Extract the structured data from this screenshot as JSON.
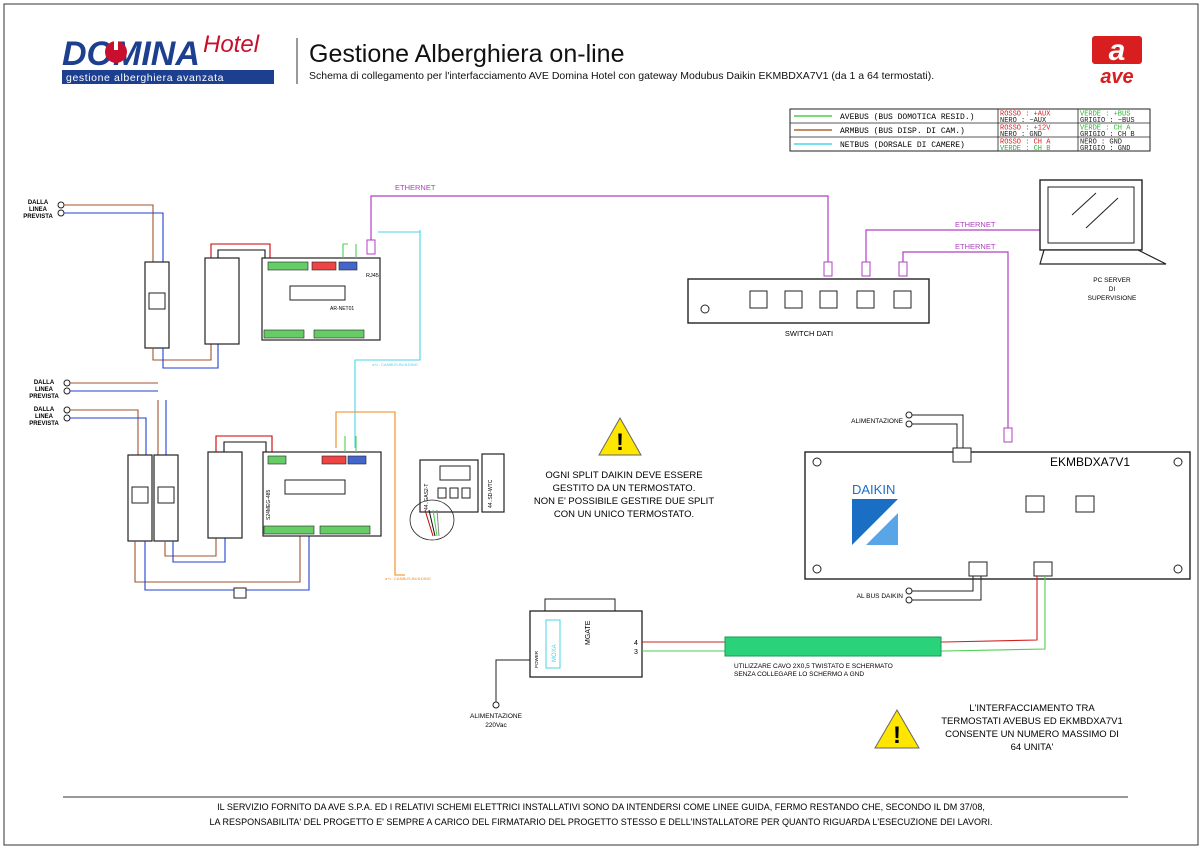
{
  "header": {
    "logo_main": "DOMINA",
    "logo_script": "Hotel",
    "logo_tagline": "gestione alberghiera avanzata",
    "title": "Gestione Alberghiera on-line",
    "subtitle": "Schema di collegamento per l'interfacciamento AVE Domina Hotel con gateway Modubus Daikin EKMBDXA7V1 (da 1 a 64 termostati).",
    "ave_logo_a": "a",
    "ave_logo_text": "ave"
  },
  "legend": {
    "rows": [
      {
        "name": "AVEBUS (BUS DOMOTICA RESID.)",
        "color": "#4ccf4c",
        "c1a": "ROSSO  :  +AUX",
        "c1b": "NERO   :  −AUX",
        "c2a": "VERDE  :  +BUS",
        "c2b": "GRIGIO :  −BUS"
      },
      {
        "name": "ARMBUS (BUS DISP. DI CAM.)",
        "color": "#a86a2c",
        "c1a": "ROSSO  :  +12V",
        "c1b": "NERO   :  GND",
        "c2a": "VERDE  :  CH A",
        "c2b": "GRIGIO :  CH B"
      },
      {
        "name": "NETBUS (DORSALE DI CAMERE)",
        "color": "#49d6e6",
        "c1a": "ROSSO  :  CH A",
        "c1b": "VERDE  :  CH B",
        "c2a": "NERO   :  GND",
        "c2b": "GRIGIO :  GND"
      }
    ]
  },
  "labels": {
    "dalla_1": [
      "DALLA",
      "LINEA",
      "PREVISTA"
    ],
    "dalla_2": [
      "DALLA",
      "LINEA",
      "PREVISTA"
    ],
    "dalla_3": [
      "DALLA",
      "LINEA",
      "PREVISTA"
    ],
    "ethernet_1": "ETHERNET",
    "ethernet_2": "ETHERNET",
    "ethernet_3": "ETHERNET",
    "pc_server": [
      "PC SERVER",
      "DI",
      "SUPERVISIONE"
    ],
    "switch": "SWITCH DATI",
    "rj45": "RJ45",
    "ar_net01": "AR-NET01",
    "netbus_cable": "a+L. CANBUS-BUILDING",
    "armbus_cable": "a+L. CANBUS-BUILDING",
    "s24meg": "S24MEG-485",
    "tstat_a": "44..GAS2-T",
    "tstat_b": "44..SD-WTC",
    "alimentazione_1": "ALIMENTAZIONE",
    "al_bus_daikin": "AL BUS DAIKIN",
    "ekmbdxa": "EKMBDXA7V1",
    "daikin": "DAIKIN",
    "mgate": "MGATE",
    "moxa": "MOXA",
    "power": "POWER",
    "pin4": "4",
    "pin3": "3",
    "alimentazione_2": [
      "ALIMENTAZIONE",
      "220Vac"
    ],
    "cable_note": [
      "UTILIZZARE CAVO 2X0,5 TWISTATO E SCHERMATO",
      "SENZA COLLEGARE LO SCHERMO A GND"
    ],
    "warning_1": [
      "OGNI SPLIT DAIKIN DEVE ESSERE",
      "GESTITO DA UN TERMOSTATO.",
      "NON E' POSSIBILE GESTIRE DUE SPLIT",
      "CON UN UNICO TERMOSTATO."
    ],
    "warning_2": [
      "L'INTERFACCIAMENTO TRA",
      "TERMOSTATI AVEBUS ED EKMBDXA7V1",
      "CONSENTE UN NUMERO MASSIMO DI",
      "64 UNITA'"
    ],
    "warning_glyph": "!"
  },
  "footer": {
    "line1": "IL SERVIZIO FORNITO DA AVE S.P.A. ED I RELATIVI SCHEMI ELETTRICI INSTALLATIVI SONO DA INTENDERSI COME LINEE GUIDA, FERMO RESTANDO CHE, SECONDO IL DM 37/08,",
    "line2": "LA RESPONSABILITA' DEL PROGETTO E' SEMPRE A CARICO DEL FIRMATARIO DEL PROGETTO STESSO E DELL'INSTALLATORE PER QUANTO RIGUARDA L'ESECUZIONE DEI LAVORI."
  },
  "colors": {
    "domina_blue": "#1d3f8f",
    "domina_red": "#c8102e",
    "ethernet": "#b040c0",
    "avebus": "#4ccf4c",
    "armbus": "#a86a2c",
    "netbus": "#49d6e6",
    "orange": "#f08a1c",
    "phase": "#a0522d",
    "neutral": "#2040d0",
    "warning": "#ffe600",
    "daikin_blue": "#1a6fc4"
  }
}
